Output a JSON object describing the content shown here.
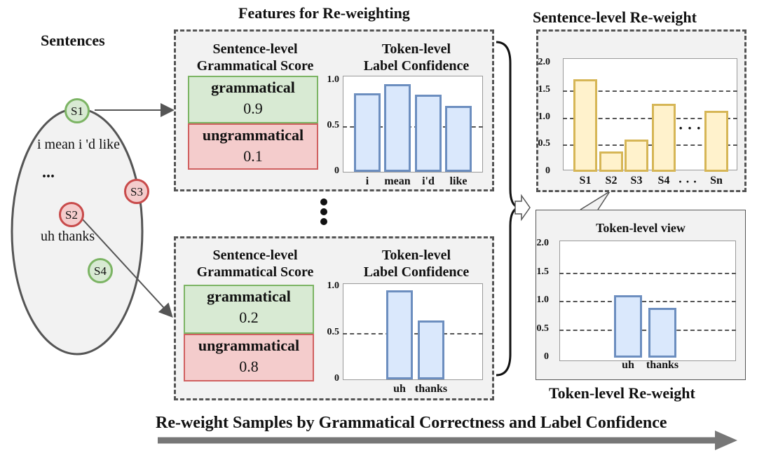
{
  "titles": {
    "sentences": "Sentences",
    "features": "Features for Re-weighting",
    "sentence_reweight": "Sentence-level Re-weight",
    "token_reweight": "Token-level Re-weight",
    "bottom": "Re-weight Samples by Grammatical Correctness and Label Confidence"
  },
  "sentences": {
    "s1": "S1",
    "s2": "S2",
    "s3": "S3",
    "s4": "S4",
    "text1": "i mean i 'd like",
    "text2": "uh thanks",
    "ellipsis": "..."
  },
  "feature_panels": [
    {
      "score_heading_1": "Sentence-level",
      "score_heading_2": "Grammatical Score",
      "token_heading_1": "Token-level",
      "token_heading_2": "Label Confidence",
      "grammatical_label": "grammatical",
      "grammatical_value": "0.9",
      "ungrammatical_label": "ungrammatical",
      "ungrammatical_value": "0.1",
      "yticks": [
        "1.0",
        "0.5",
        "0"
      ],
      "tokens": [
        "i",
        "mean",
        "i'd",
        "like"
      ],
      "confidences": [
        0.86,
        0.96,
        0.85,
        0.72
      ]
    },
    {
      "score_heading_1": "Sentence-level",
      "score_heading_2": "Grammatical Score",
      "token_heading_1": "Token-level",
      "token_heading_2": "Label Confidence",
      "grammatical_label": "grammatical",
      "grammatical_value": "0.2",
      "ungrammatical_label": "ungrammatical",
      "ungrammatical_value": "0.8",
      "yticks": [
        "1.0",
        "0.5",
        "0"
      ],
      "tokens": [
        "uh",
        "thanks"
      ],
      "confidences": [
        0.96,
        0.64
      ]
    }
  ],
  "sentence_chart": {
    "yticks": [
      "2.0",
      "1.5",
      "1.0",
      "0.5",
      "0"
    ],
    "labels": [
      "S1",
      "S2",
      "S3",
      "S4",
      "Sn"
    ],
    "ellipsis": "· · ·",
    "values": [
      1.7,
      0.38,
      0.6,
      1.25,
      1.12
    ]
  },
  "token_view": {
    "title": "Token-level view",
    "yticks": [
      "2.0",
      "1.5",
      "1.0",
      "0.5",
      "0"
    ],
    "tokens": [
      "uh",
      "thanks"
    ],
    "values": [
      1.1,
      0.88
    ]
  },
  "chart_data": [
    {
      "type": "bar",
      "title": "Token-level Label Confidence",
      "categories": [
        "i",
        "mean",
        "i'd",
        "like"
      ],
      "values": [
        0.86,
        0.96,
        0.85,
        0.72
      ],
      "ylim": [
        0,
        1.0
      ]
    },
    {
      "type": "bar",
      "title": "Token-level Label Confidence",
      "categories": [
        "uh",
        "thanks"
      ],
      "values": [
        0.96,
        0.64
      ],
      "ylim": [
        0,
        1.0
      ]
    },
    {
      "type": "bar",
      "title": "Sentence-level Re-weight",
      "categories": [
        "S1",
        "S2",
        "S3",
        "S4",
        "Sn"
      ],
      "values": [
        1.7,
        0.38,
        0.6,
        1.25,
        1.12
      ],
      "ylim": [
        0,
        2.0
      ]
    },
    {
      "type": "bar",
      "title": "Token-level view",
      "categories": [
        "uh",
        "thanks"
      ],
      "values": [
        1.1,
        0.88
      ],
      "ylim": [
        0,
        2.0
      ]
    }
  ]
}
